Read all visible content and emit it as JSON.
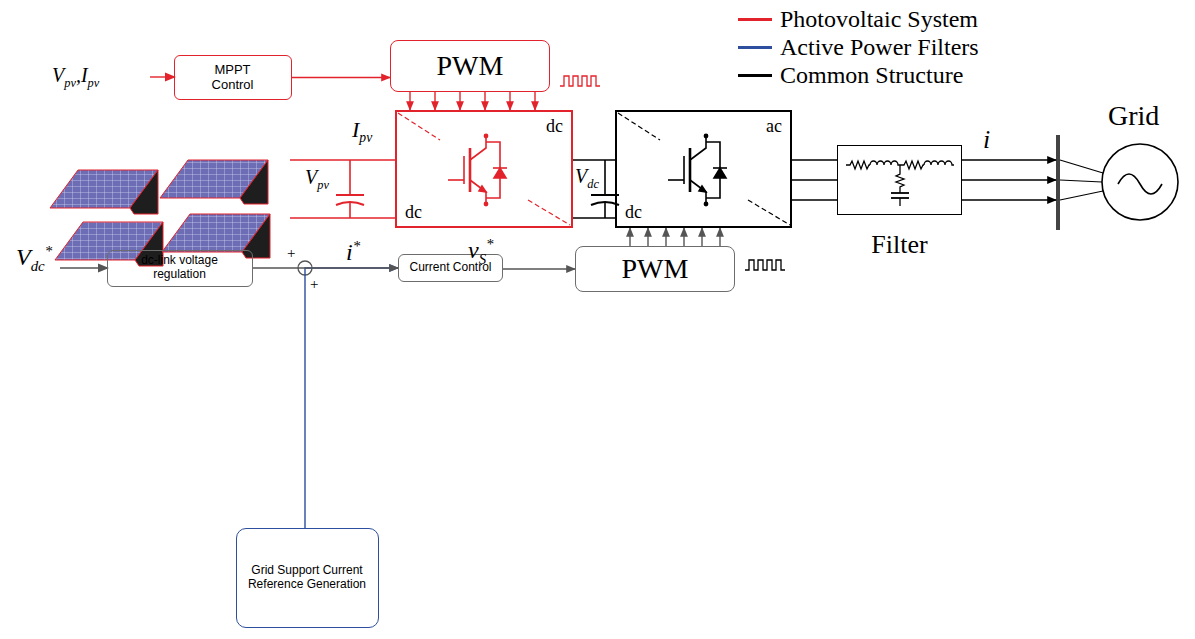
{
  "diagram": {
    "nodes": [
      {
        "text": [
          "MPPT Control"
        ]
      },
      {
        "text": [
          "PWM"
        ]
      },
      {
        "text": [
          "dc",
          "dc"
        ]
      },
      {
        "text": [
          "ac",
          "dc"
        ]
      },
      {
        "text": [
          "Filter"
        ]
      },
      {
        "text": [
          "Grid"
        ]
      },
      {
        "text": [
          "dc-link voltage regulation"
        ]
      },
      {
        "text": [
          "Current Control"
        ]
      },
      {
        "text": [
          "PWM"
        ]
      },
      {
        "text": [
          "Grid Support Current Reference Generation"
        ]
      }
    ],
    "edges": [
      {
        "from": 0,
        "to": 1,
        "arrow": "to"
      },
      {
        "from": 1,
        "to": 2,
        "arrow": "to"
      },
      {
        "from": 1,
        "to": 2,
        "arrow": "to"
      },
      {
        "from": 1,
        "to": 2,
        "arrow": "to"
      },
      {
        "from": 1,
        "to": 2,
        "arrow": "to"
      },
      {
        "from": 1,
        "to": 2,
        "arrow": "to"
      },
      {
        "from": 1,
        "to": 2,
        "arrow": "to"
      },
      {
        "from": 2,
        "to": 3,
        "arrow": "none"
      },
      {
        "from": 2,
        "to": 3,
        "arrow": "none"
      },
      {
        "from": 3,
        "to": 4,
        "arrow": "none"
      },
      {
        "from": 3,
        "to": 4,
        "arrow": "none"
      },
      {
        "from": 3,
        "to": 4,
        "arrow": "none"
      },
      {
        "from": 6,
        "to": 7,
        "arrow": "to"
      },
      {
        "from": 9,
        "to": 7,
        "arrow": "to"
      },
      {
        "from": 7,
        "to": 8,
        "arrow": "to"
      },
      {
        "from": 8,
        "to": 3,
        "arrow": "to"
      },
      {
        "from": 8,
        "to": 3,
        "arrow": "to"
      },
      {
        "from": 8,
        "to": 3,
        "arrow": "to"
      },
      {
        "from": 8,
        "to": 3,
        "arrow": "to"
      },
      {
        "from": 8,
        "to": 3,
        "arrow": "to"
      },
      {
        "from": 8,
        "to": 3,
        "arrow": "to"
      },
      {
        "from": 4,
        "to": 5,
        "arrow": "to"
      },
      {
        "from": 4,
        "to": 5,
        "arrow": "to"
      },
      {
        "from": 4,
        "to": 5,
        "arrow": "to"
      }
    ],
    "labels": [
      "Vpv,Ipv",
      "Ipv",
      "Vpv",
      "Vdc",
      "Vdc*",
      "+",
      "+",
      "i*",
      "vS*",
      "i"
    ],
    "legend": [
      {
        "text": "Photovoltaic System",
        "color": "#e3232b"
      },
      {
        "text": "Active Power Filters",
        "color": "#2d4f9e"
      },
      {
        "text": "Common Structure",
        "color": "#000000"
      }
    ]
  }
}
